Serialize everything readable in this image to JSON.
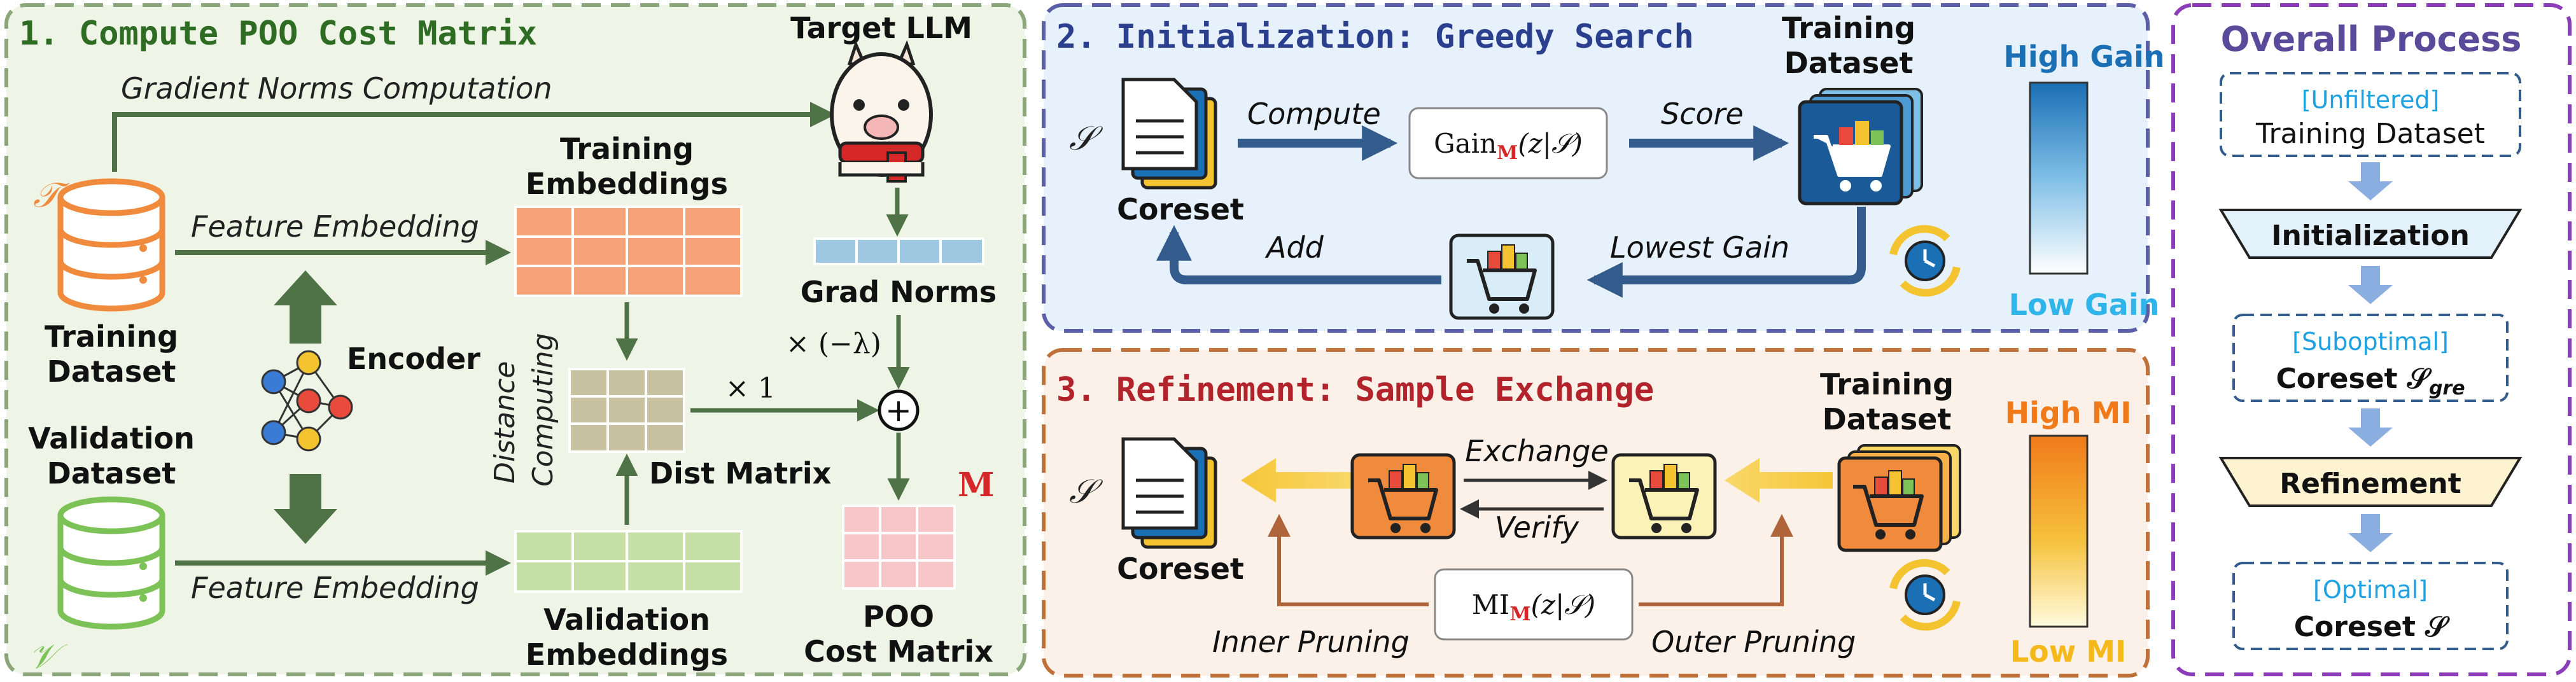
{
  "panel1": {
    "title": "1. Compute POO Cost Matrix",
    "gradient_norms_label": "Gradient Norms Computation",
    "feature_embedding_top": "Feature Embedding",
    "feature_embedding_bottom": "Feature Embedding",
    "target_llm": "Target LLM",
    "training_embeddings": [
      "Training",
      "Embeddings"
    ],
    "validation_embeddings": [
      "Validation",
      "Embeddings"
    ],
    "training_dataset": [
      "Training",
      "Dataset"
    ],
    "validation_dataset": [
      "Validation",
      "Dataset"
    ],
    "encoder": "Encoder",
    "distance_computing": [
      "Distance",
      "Computing"
    ],
    "dist_matrix": "Dist Matrix",
    "grad_norms": "Grad Norms",
    "times_neg_lambda": "× (−λ)",
    "times_one": "× 1",
    "plus": "+",
    "m_symbol": "M",
    "poo_cost_matrix": [
      "POO",
      "Cost Matrix"
    ],
    "t_symbol": "𝒯",
    "v_symbol": "𝒱"
  },
  "panel2": {
    "title": "2. Initialization: Greedy Search",
    "s_symbol": "𝒮",
    "coreset": "Coreset",
    "compute": "Compute",
    "gain_formula": {
      "prefix": "Gain",
      "sub": "M",
      "suffix": "(z|𝒮)"
    },
    "score": "Score",
    "training_dataset": [
      "Training",
      "Dataset"
    ],
    "add": "Add",
    "lowest_gain": "Lowest Gain",
    "high_gain": "High Gain",
    "low_gain": "Low Gain"
  },
  "panel3": {
    "title": "3. Refinement: Sample Exchange",
    "s_symbol": "𝒮",
    "coreset": "Coreset",
    "exchange": "Exchange",
    "verify": "Verify",
    "training_dataset": [
      "Training",
      "Dataset"
    ],
    "mi_formula": {
      "prefix": "MI",
      "sub": "M",
      "suffix": "(z|𝒮)"
    },
    "inner_pruning": "Inner Pruning",
    "outer_pruning": "Outer Pruning",
    "high_mi": "High MI",
    "low_mi": "Low MI"
  },
  "overall": {
    "title": "Overall Process",
    "step1_tag": "[Unfiltered]",
    "step1_label": "Training Dataset",
    "step2_label": "Initialization",
    "step3_tag": "[Suboptimal]",
    "step3_label": "Coreset 𝒮",
    "step3_sub": "gre",
    "step4_label": "Refinement",
    "step5_tag": "[Optimal]",
    "step5_label": "Coreset 𝒮"
  },
  "colors": {
    "panel1_bg": "#eef5e6",
    "panel1_border": "#8aa67a",
    "panel1_title": "#2e6b23",
    "panel2_bg": "#e6f1fb",
    "panel2_border": "#5a5fa8",
    "panel2_title": "#2b3f8f",
    "panel3_bg": "#fbf1e8",
    "panel3_border": "#c0713a",
    "panel3_title": "#b3232b",
    "overall_border": "#8c3db8",
    "overall_title": "#5a4a9a",
    "tag_blue": "#1ea1e0",
    "arrow_dark": "#335b8c",
    "arrow_green": "#4f7346",
    "arrow_orange": "#b0643a",
    "database_orange": "#f08a3c",
    "database_green": "#7cc256",
    "accent_red": "#d62828"
  }
}
